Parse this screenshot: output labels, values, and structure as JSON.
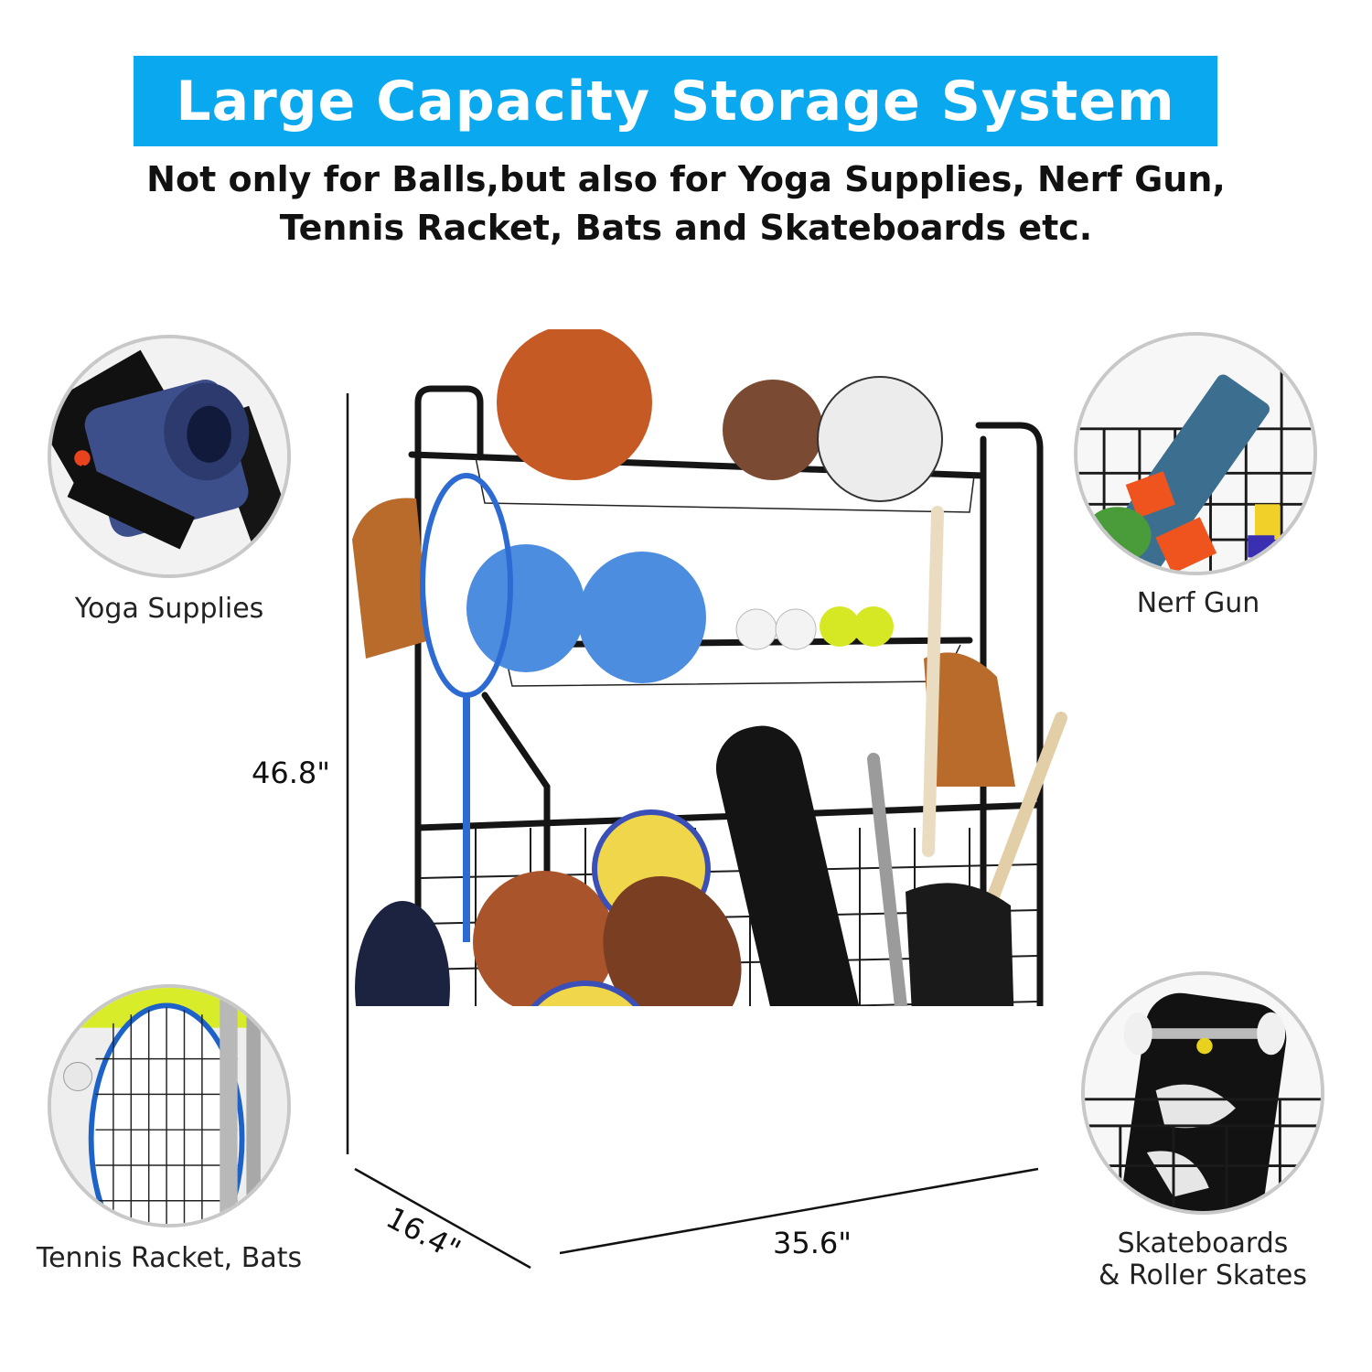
{
  "header": {
    "title": "Large Capacity Storage System",
    "subtitle_line1": "Not only for Balls,but also for Yoga Supplies, Nerf Gun,",
    "subtitle_line2": "Tennis Racket, Bats and Skateboards etc.",
    "banner_color": "#0aa8ee"
  },
  "features": [
    {
      "label": "Yoga Supplies",
      "icon": "yoga-mat-icon"
    },
    {
      "label": "Nerf Gun",
      "icon": "nerf-gun-icon"
    },
    {
      "label": "Tennis Racket, Bats",
      "icon": "tennis-racket-icon"
    },
    {
      "label_line1": "Skateboards",
      "label_line2": "& Roller Skates",
      "icon": "skateboard-icon"
    }
  ],
  "dimensions": {
    "height": "46.8\"",
    "depth": "16.4\"",
    "width": "35.6\""
  },
  "product": {
    "name": "sports equipment storage rack",
    "items_shown": [
      "basketball",
      "football",
      "soccer ball",
      "helmets",
      "baseballs",
      "tennis balls",
      "baseball gloves",
      "tennis racket",
      "cap",
      "volleyballs",
      "skateboard",
      "baseball bats",
      "roller skates"
    ]
  }
}
